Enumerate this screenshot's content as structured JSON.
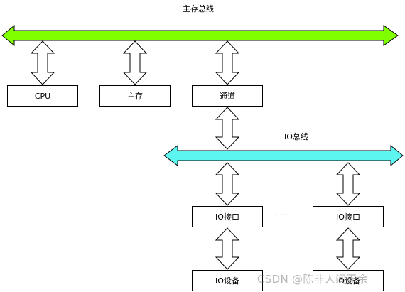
{
  "main_bus": {
    "label": "主存总线",
    "color": "#80ff00"
  },
  "io_bus": {
    "label": "IO总线",
    "color": "#5cf5ef"
  },
  "nodes": {
    "cpu": "CPU",
    "memory": "主存",
    "channel": "通道",
    "io_port_1": "IO接口",
    "io_port_2": "IO接口",
    "io_device_1": "IO设备",
    "io_device_2": "IO设备"
  },
  "ellipsis": "......",
  "watermark": "CSDN @陈非人间无余"
}
